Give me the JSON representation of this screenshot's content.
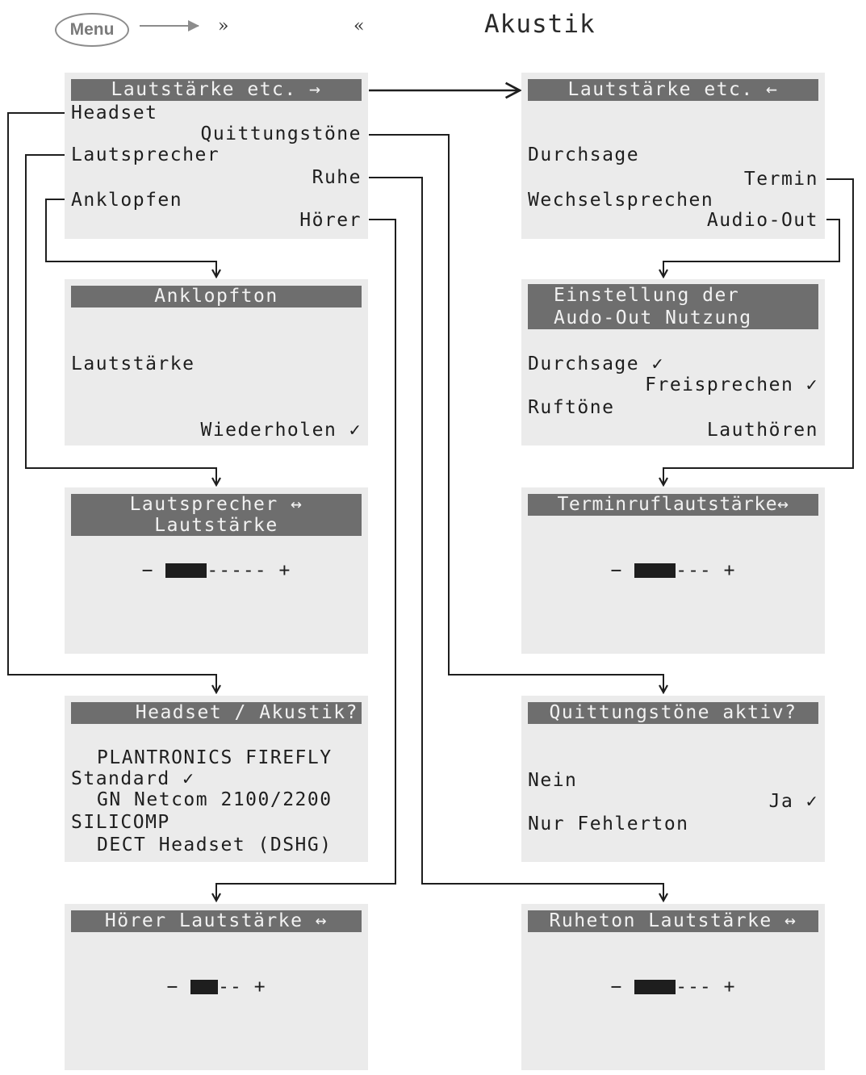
{
  "header": {
    "menu_label": "Menu",
    "forward_symbol": "»",
    "back_symbol": "«",
    "title": "Akustik"
  },
  "screens": {
    "main_left": {
      "title": "Lautstärke etc. →",
      "items": [
        "Headset",
        "Quittungstöne",
        "Lautsprecher",
        "Ruhe",
        "Anklopfen",
        "Hörer"
      ]
    },
    "main_right": {
      "title": "Lautstärke etc. ←",
      "items": [
        "Durchsage",
        "Termin",
        "Wechselsprechen",
        "Audio-Out"
      ]
    },
    "anklopfton": {
      "title": "Anklopfton",
      "items": [
        "Lautstärke",
        "Wiederholen ✓"
      ]
    },
    "audio_out": {
      "title_line1": "Einstellung der",
      "title_line2": "Audo-Out Nutzung",
      "items": [
        "Durchsage ✓",
        "Freisprechen ✓",
        "Ruftöne",
        "Lauthören"
      ]
    },
    "lautsprecher": {
      "title_line1": "Lautsprecher ↔",
      "title_line2": "Lautstärke",
      "minus": "−",
      "plus": "+",
      "level": 3,
      "steps": 8
    },
    "terminruf": {
      "title": "Terminruflautstärke↔",
      "minus": "−",
      "plus": "+",
      "level": 3,
      "steps": 6
    },
    "headset": {
      "title": "Headset / Akustik?",
      "items": [
        "PLANTRONICS FIREFLY",
        "Standard ✓",
        "GN Netcom 2100/2200",
        "SILICOMP",
        "DECT Headset (DSHG)"
      ]
    },
    "quittung": {
      "title": "Quittungstöne aktiv?",
      "items": [
        "Nein",
        "Ja ✓",
        "Nur Fehlerton"
      ]
    },
    "hoerer": {
      "title": "Hörer Lautstärke ↔",
      "minus": "−",
      "plus": "+",
      "level": 2,
      "steps": 4
    },
    "ruheton": {
      "title": "Ruheton Lautstärke ↔",
      "minus": "−",
      "plus": "+",
      "level": 3,
      "steps": 6
    }
  },
  "colors": {
    "screen_bg": "#ebebeb",
    "header_bg": "#6e6e6e",
    "header_text": "#f2f2f2",
    "text": "#1e1e1e",
    "wire": "#1e1e1e"
  }
}
